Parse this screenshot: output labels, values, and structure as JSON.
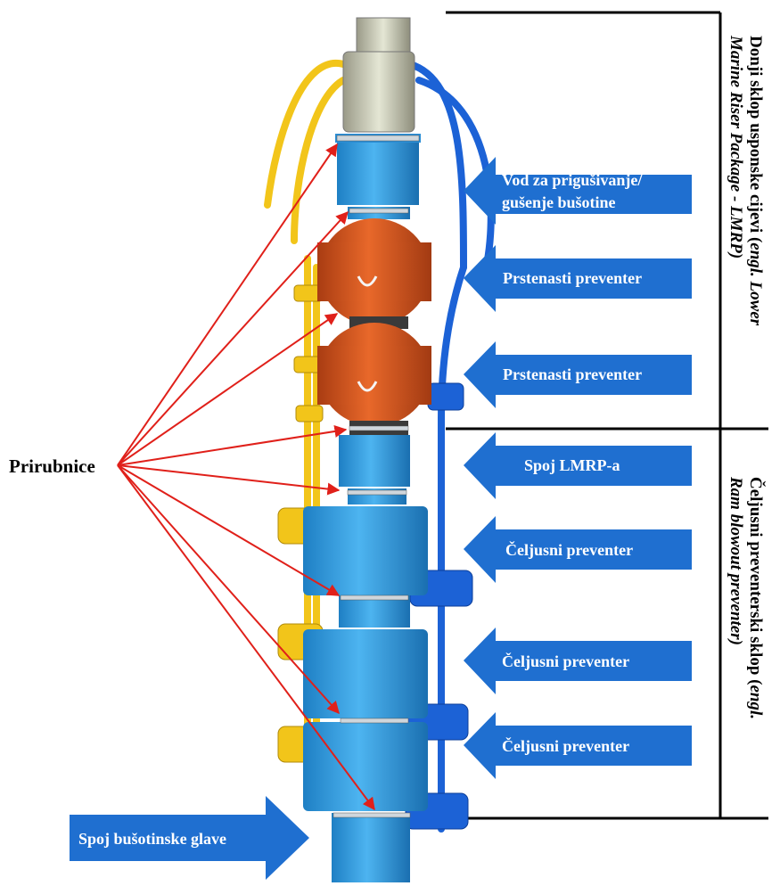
{
  "flange_label": "Prirubnice",
  "components": [
    {
      "line1": "Vod za prigušivanje/",
      "line2": "gušenje bušotine"
    },
    {
      "line1": "Prstenasti preventer"
    },
    {
      "line1": "Prstenasti preventer"
    },
    {
      "line1": "Spoj LMRP-a"
    },
    {
      "line1": "Čeljusni preventer"
    },
    {
      "line1": "Čeljusni preventer"
    },
    {
      "line1": "Čeljusni preventer"
    }
  ],
  "wellhead_label": "Spoj bušotinske glave",
  "lmrp_group": {
    "line1": "Donji sklop usponske cijevi (",
    "line1_italic": "engl. Lower",
    "line2": "Marine Riser Package - LMRP)"
  },
  "bop_group": {
    "line1": "Čeljusni preventerski sklop (",
    "line1_italic": "engl.",
    "line2": "Ram blowout preventer)"
  },
  "colors": {
    "arrow_blue": "#1f6fd0",
    "bop_blue": "#3aa2e6",
    "annular_orange": "#d4551f",
    "line_yellow": "#f2c51a",
    "line_blue": "#1c62d6",
    "flange_arrow_red": "#e0201a",
    "group_lines": "#000000"
  }
}
